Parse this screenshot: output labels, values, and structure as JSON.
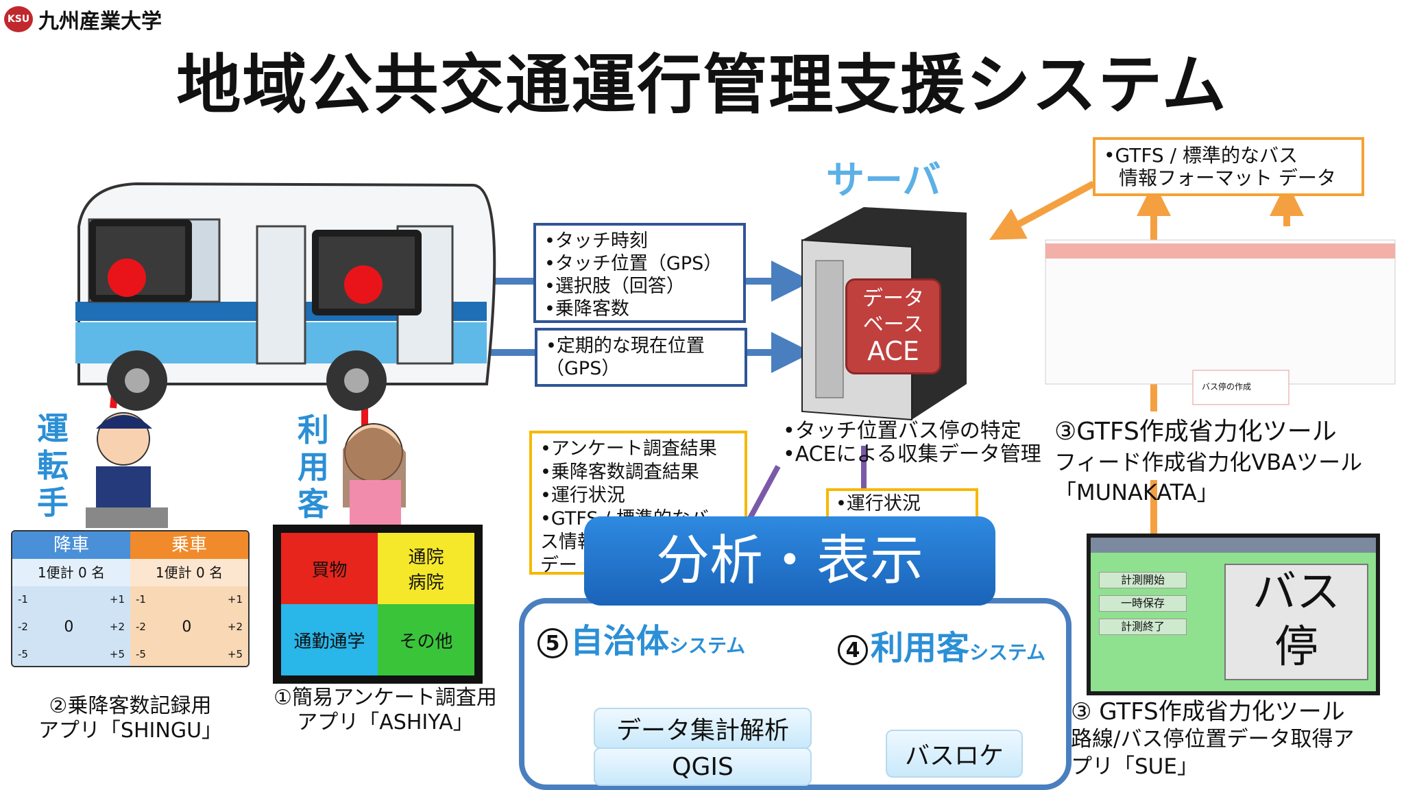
{
  "logo": {
    "mark": "KSU",
    "university": "九州産業大学"
  },
  "title": "地域公共交通運行管理支援システム",
  "server": {
    "label": "サーバ",
    "db_label_1": "データ",
    "db_label_2": "ベース",
    "db_label_3": "ACE",
    "functions": [
      "•タッチ位置バス停の特定",
      "•ACEによる収集データ管理"
    ]
  },
  "touch_box": [
    "•タッチ時刻",
    "•タッチ位置（GPS）",
    "•選択肢（回答）",
    "•乗降客数"
  ],
  "location_box": [
    "•定期的な現在位置",
    "（GPS）"
  ],
  "gtfs_box": [
    "•GTFS / 標準的なバス",
    "情報フォーマット データ"
  ],
  "survey_box": [
    "•アンケート調査結果",
    "•乗降客数調査結果",
    "•運行状況",
    "•GTFS / 標準的なバ",
    "ス情報",
    "デー"
  ],
  "status_box": [
    "•運行状況"
  ],
  "driver_label": "運転手",
  "passenger_label": "利用客",
  "shingu": {
    "alight_header": "降車",
    "board_header": "乗車",
    "alight_count": "1便計 0 名",
    "board_count": "1便計 0 名",
    "zero": "0",
    "minus1": "-1",
    "minus2": "-2",
    "minus5": "-5",
    "plus1": "+1",
    "plus2": "+2",
    "plus5": "+5",
    "caption_1": "②乗降客数記録用",
    "caption_2": "アプリ「SHINGU」"
  },
  "ashiya": {
    "cells": [
      "買物",
      "通院 病院",
      "通勤通学",
      "その他"
    ],
    "caption_1": "①簡易アンケート調査用",
    "caption_2": "アプリ「ASHIYA」"
  },
  "vba_tool": {
    "caption_1": "③GTFS作成省力化ツール",
    "caption_2": "フィード作成省力化VBAツール",
    "caption_3": "「MUNAKATA」",
    "sheet_button": "バス停の作成"
  },
  "sue_tool": {
    "buttons": [
      "計測開始",
      "一時保存",
      "計測終了"
    ],
    "big_label_1": "バス",
    "big_label_2": "停",
    "caption_1": "③ GTFS作成省力化ツール",
    "caption_2": "路線/バス停位置データ取得ア",
    "caption_3": "プリ「SUE」"
  },
  "analysis": {
    "banner": "分析・表示",
    "local_gov": {
      "num": "5",
      "name": "自治体",
      "suffix": "システム"
    },
    "user_sys": {
      "num": "4",
      "name": "利用客",
      "suffix": "システム"
    },
    "data_label": "データ集計解析",
    "qgis_label": "QGIS",
    "busloca_label": "バスロケ"
  },
  "colors": {
    "blue_arrow": "#4a7fbf",
    "orange_arrow": "#f4a041",
    "red_arrow": "#e8141a",
    "accent_blue": "#2b8fd6"
  }
}
